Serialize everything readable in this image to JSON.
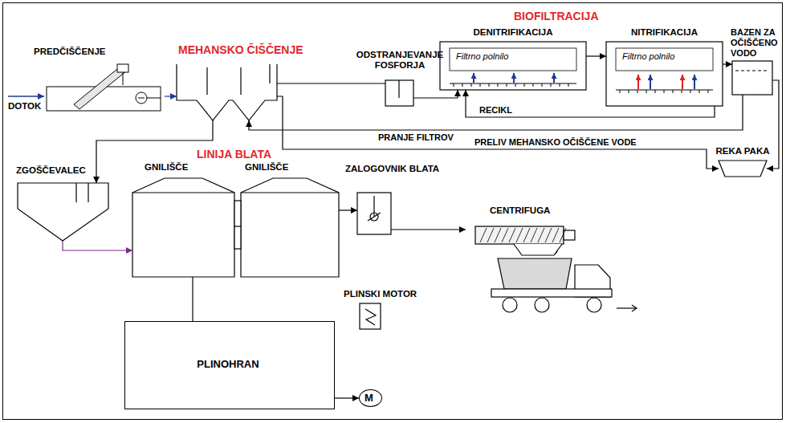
{
  "diagram": {
    "nodes": [
      {
        "text": [
          "PREDČIŠČENJE"
        ]
      },
      {
        "text": [
          "MEHANSKO ČIŠČENJE"
        ]
      },
      {
        "text": [
          "ODSTRANJEVANJE FOSFORJA"
        ]
      },
      {
        "text": [
          "DENITRIFIKACIJA",
          "Filtrno polnilo"
        ]
      },
      {
        "text": [
          "NITRIFIKACIJA",
          "Filtrno polnilo"
        ]
      },
      {
        "text": [
          "BAZEN ZA OČIŠČENO VODO"
        ]
      },
      {
        "text": [
          "REKA PAKA"
        ]
      },
      {
        "text": [
          "ZGOŠČEVALEC"
        ]
      },
      {
        "text": [
          "GNILIŠČE"
        ]
      },
      {
        "text": [
          "GNILIŠČE"
        ]
      },
      {
        "text": [
          "ZALOGOVNIK BLATA"
        ]
      },
      {
        "text": [
          "CENTRIFUGA"
        ]
      },
      {
        "text": [
          "PLINSKI MOTOR"
        ]
      },
      {
        "text": [
          "PLINOHRAN"
        ]
      },
      {
        "text": [
          "M"
        ]
      }
    ],
    "edges": [
      {
        "from": 0,
        "to": 1,
        "arrow": "to"
      },
      {
        "from": 1,
        "to": 2,
        "arrow": "none"
      },
      {
        "from": 2,
        "to": 3,
        "arrow": "to"
      },
      {
        "from": 3,
        "to": 4,
        "arrow": "to"
      },
      {
        "from": 4,
        "to": 5,
        "arrow": "to"
      },
      {
        "from": 5,
        "to": 6,
        "arrow": "to"
      },
      {
        "from": 1,
        "to": 6,
        "label": "PRELIV MEHANSKO OČIŠČENE VODE",
        "arrow": "to"
      },
      {
        "from": 4,
        "to": 3,
        "label": "RECIKL",
        "arrow": "to"
      },
      {
        "from": 5,
        "to": 1,
        "label": "PRANJE FILTROV",
        "arrow": "to"
      },
      {
        "from": 1,
        "to": 7,
        "arrow": "to"
      },
      {
        "from": 7,
        "to": 8,
        "arrow": "to"
      },
      {
        "from": 8,
        "to": 9,
        "arrow": "none"
      },
      {
        "from": 9,
        "to": 10,
        "arrow": "to"
      },
      {
        "from": 10,
        "to": 11,
        "arrow": "to"
      },
      {
        "from": 8,
        "to": 13,
        "arrow": "none"
      },
      {
        "from": 13,
        "to": 14,
        "arrow": "to"
      }
    ],
    "labels": [
      "DOTOK",
      "BIOFILTRACIJA",
      "LINIJA BLATA"
    ]
  }
}
